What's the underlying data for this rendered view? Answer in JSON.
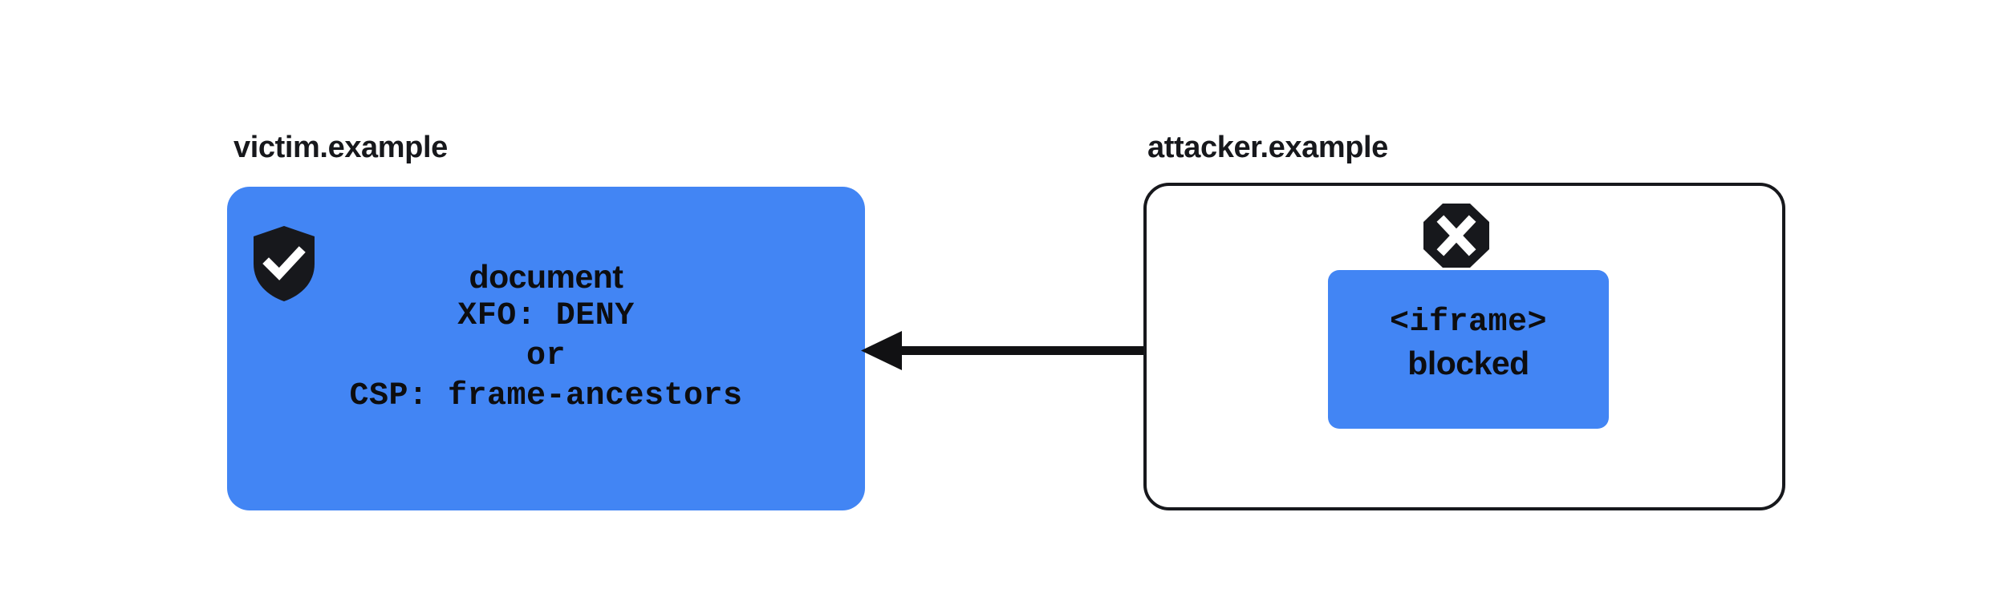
{
  "diagram": {
    "title": "Framing protection: XFO DENY / CSP frame-ancestors blocks cross-origin iframe",
    "colors": {
      "panel_blue": "#4285F4",
      "ink": "#17181C",
      "page_background": "#FFFFFF",
      "icon_glyph": "#FFFFFF"
    }
  },
  "victim": {
    "origin_label": "victim.example",
    "shield_icon_name": "shield-check-icon",
    "lines": [
      {
        "text": "document",
        "style": "sans"
      },
      {
        "text": "XFO: DENY",
        "style": "mono"
      },
      {
        "text": "or",
        "style": "mono"
      },
      {
        "text": "CSP: frame-ancestors",
        "style": "mono"
      }
    ]
  },
  "attacker": {
    "origin_label": "attacker.example",
    "blocked_icon_name": "octagon-x-icon",
    "iframe_card": {
      "tag_line": "<iframe>",
      "status_line": "blocked"
    }
  },
  "arrow": {
    "name": "blocked-framing-arrow",
    "direction": "right-to-left",
    "from": "attacker.example iframe",
    "to": "victim.example document"
  }
}
